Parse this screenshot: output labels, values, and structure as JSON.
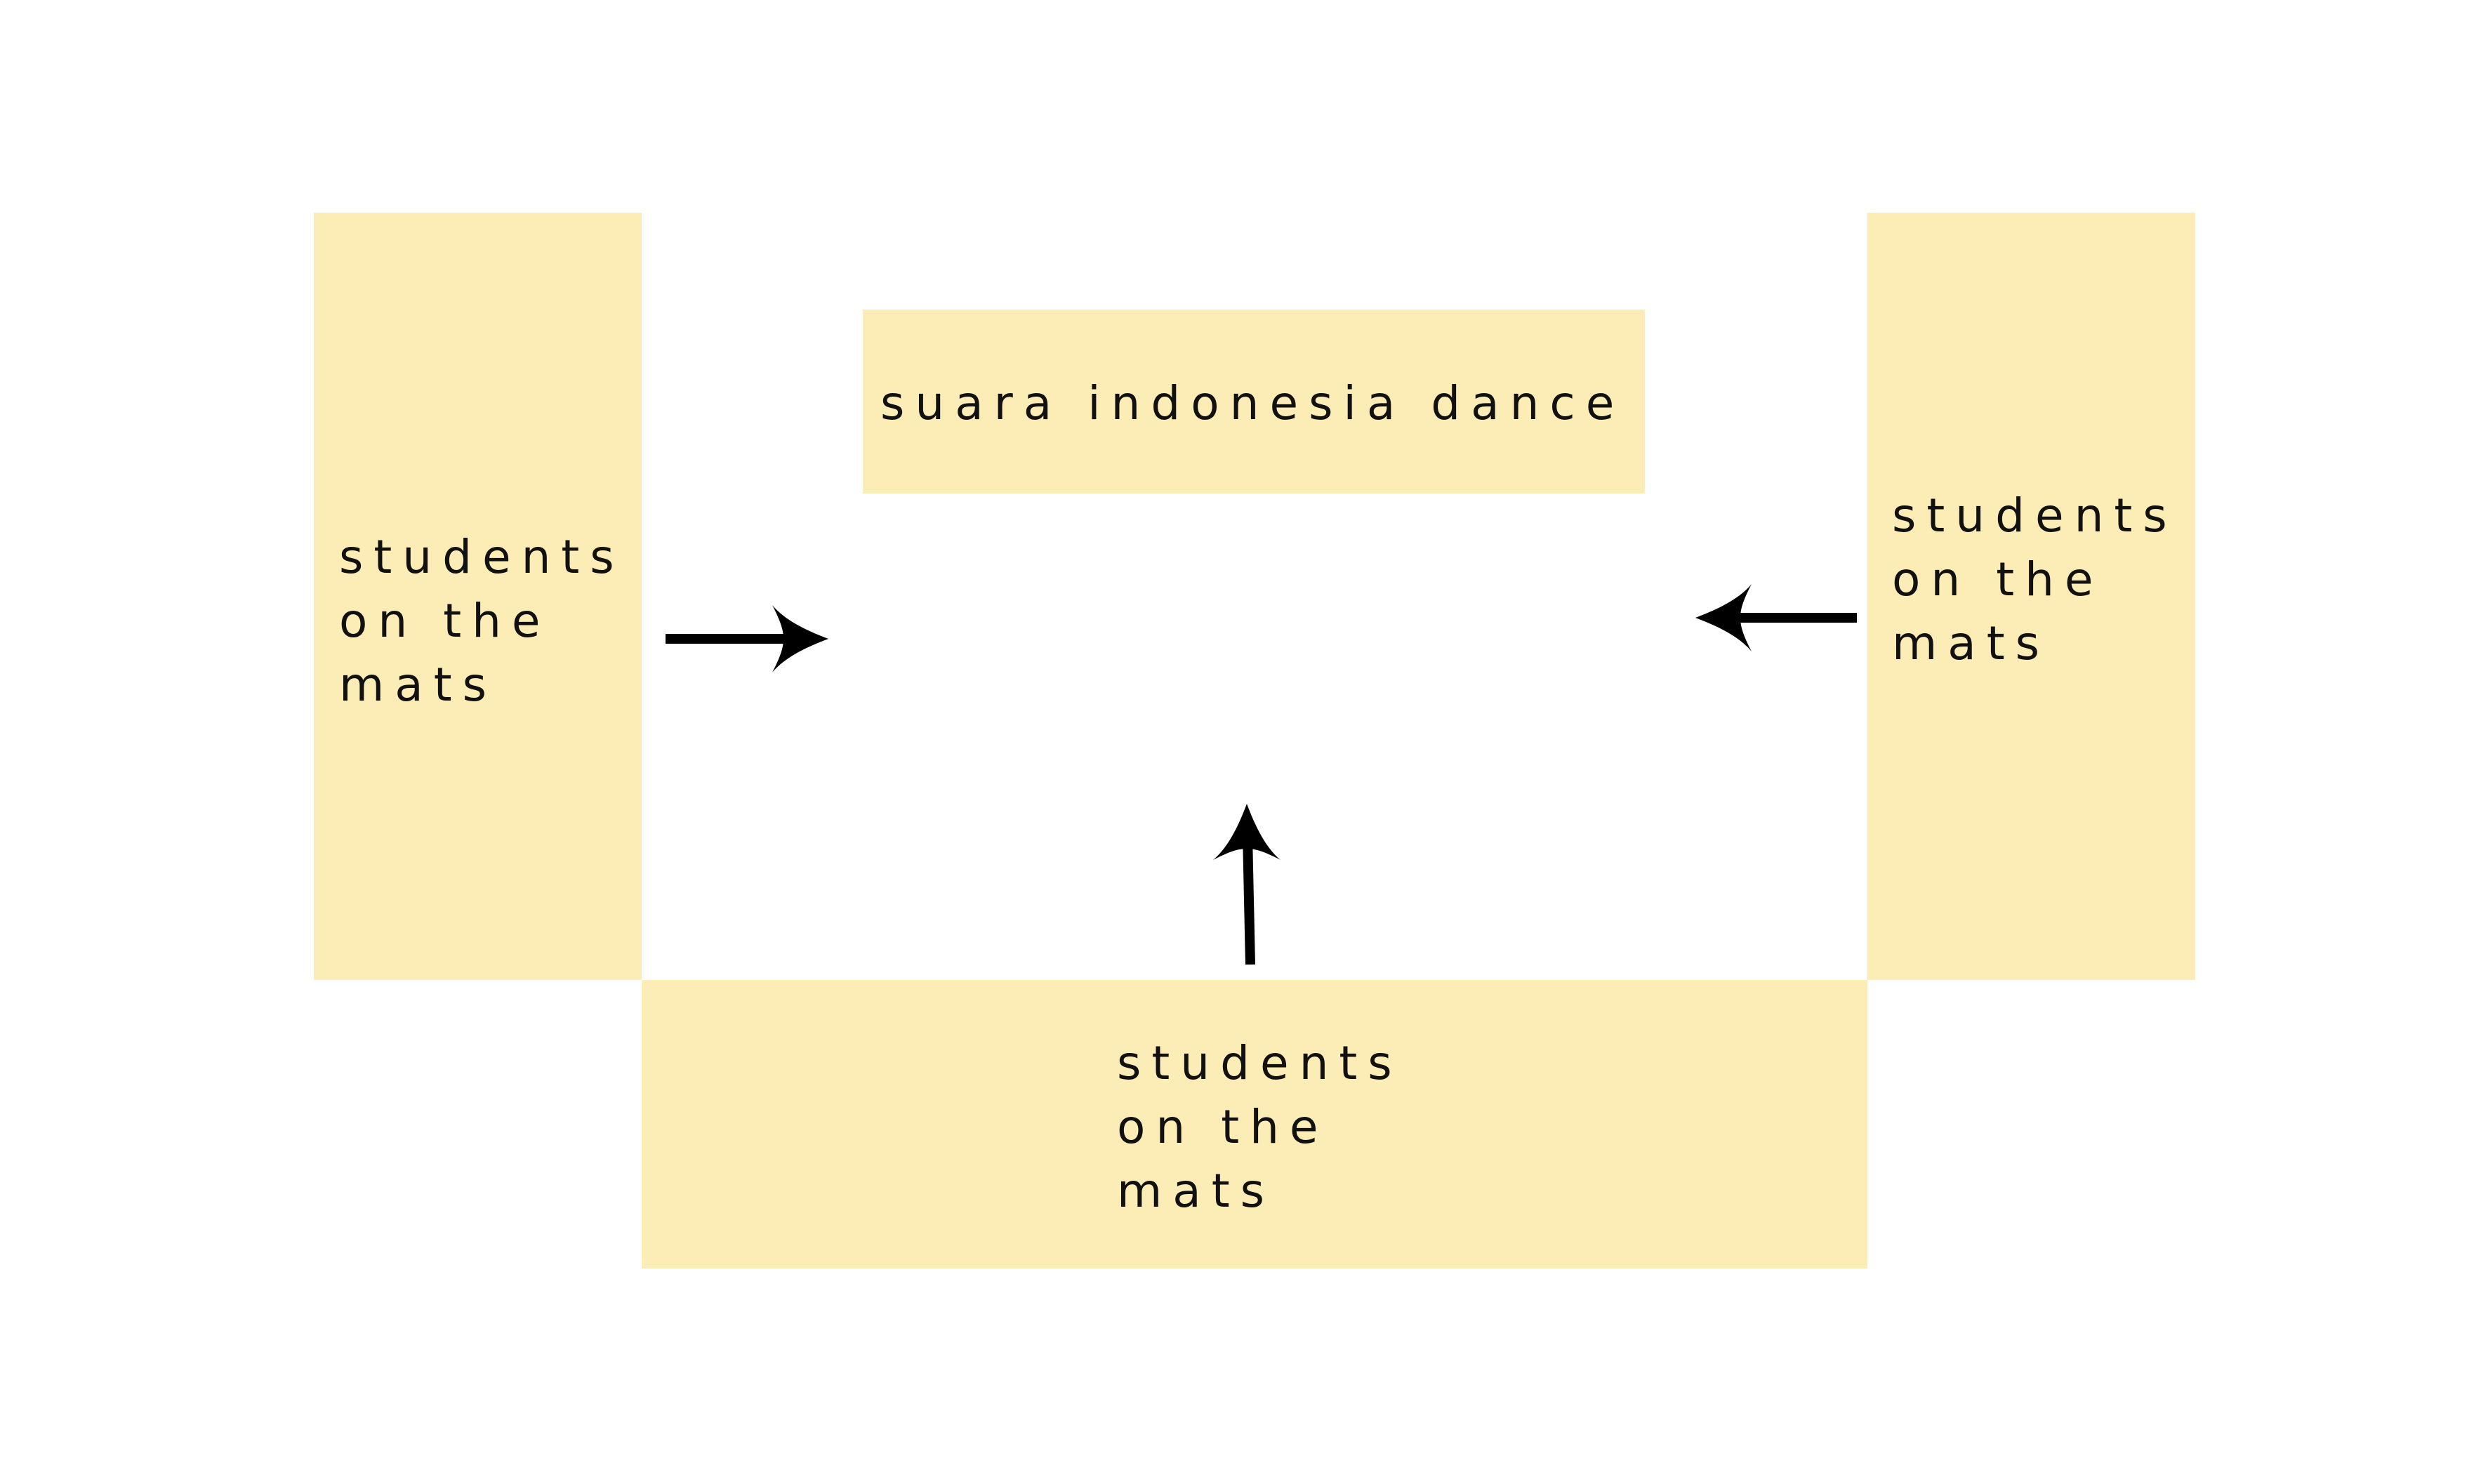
{
  "diagram": {
    "stage_label": "suara indonesia dance",
    "mats": {
      "left": {
        "lines": [
          "students",
          "on the",
          "mats"
        ]
      },
      "right": {
        "lines": [
          "students",
          "on the",
          "mats"
        ]
      },
      "bottom": {
        "lines": [
          "students",
          "on the",
          "mats"
        ]
      }
    },
    "colors": {
      "mat_fill": "#fcedb6",
      "text": "#111111",
      "arrow": "#000000",
      "background": "#ffffff"
    }
  }
}
